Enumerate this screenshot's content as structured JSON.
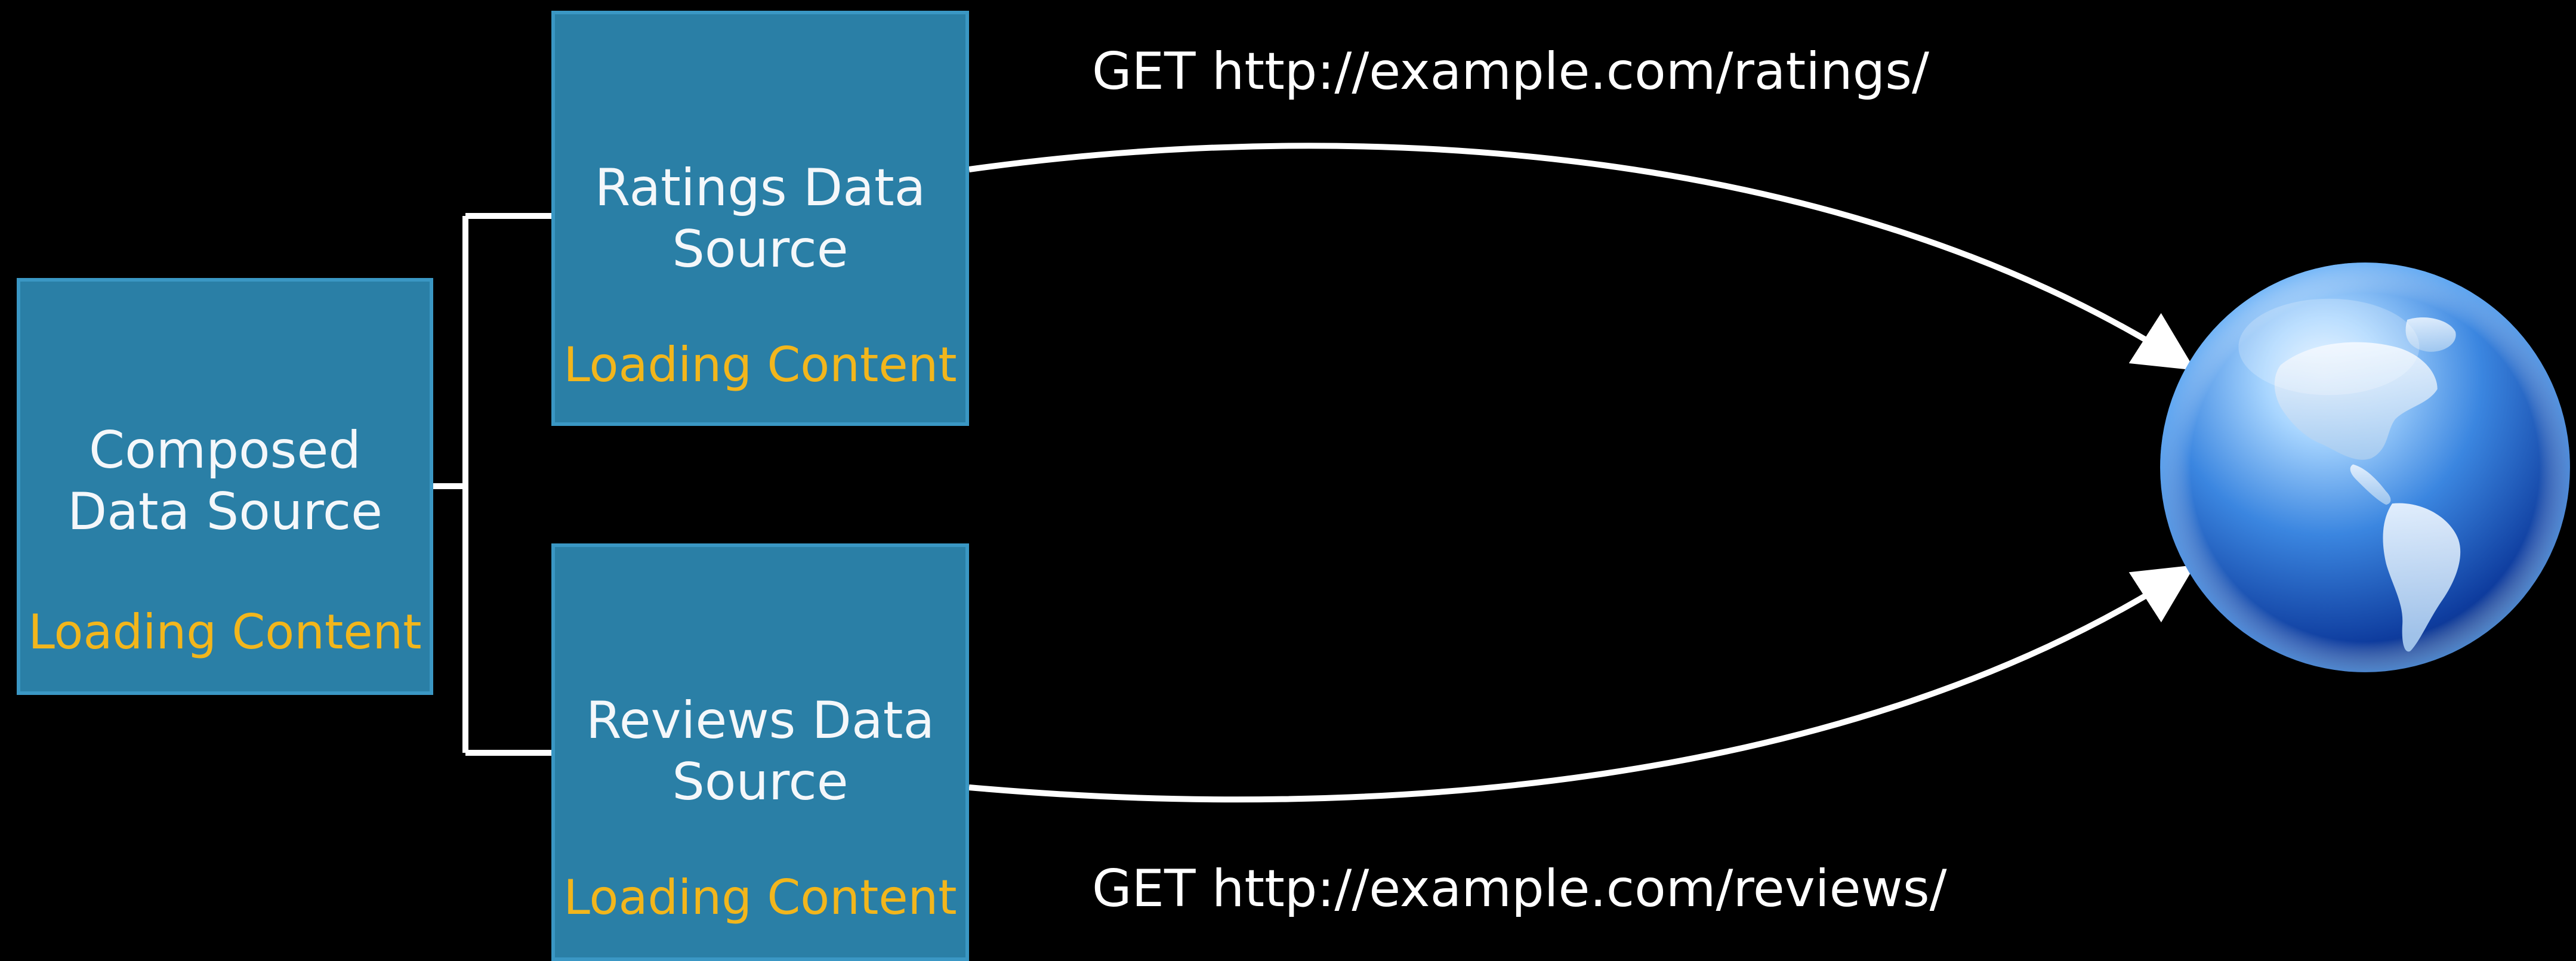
{
  "diagram": {
    "composed": {
      "title_line1": "Composed",
      "title_line2": "Data Source",
      "status": "Loading Content"
    },
    "ratings": {
      "title_line1": "Ratings Data",
      "title_line2": "Source",
      "status": "Loading Content",
      "request": "GET http://example.com/ratings/"
    },
    "reviews": {
      "title_line1": "Reviews Data",
      "title_line2": "Source",
      "status": "Loading Content",
      "request": "GET http://example.com/reviews/"
    },
    "globe_icon": "globe-icon",
    "colors": {
      "background": "#000000",
      "box_fill": "#2a7fa6",
      "box_border": "#3a97c4",
      "status_text": "#f2b61c",
      "connector": "#ffffff"
    }
  }
}
